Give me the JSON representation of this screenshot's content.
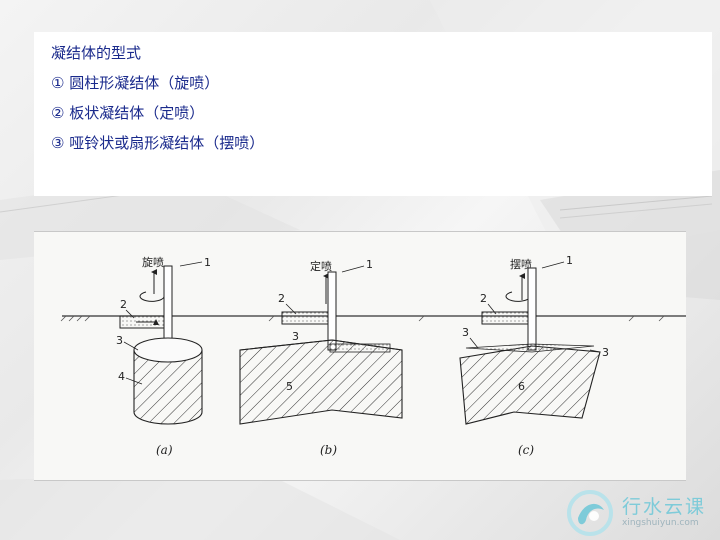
{
  "content": {
    "heading": "凝结体的型式",
    "items": [
      "① 圆柱形凝结体（旋喷）",
      "② 板状凝结体（定喷）",
      "③ 哑铃状或扇形凝结体（摆喷）"
    ]
  },
  "figure": {
    "panel_a": {
      "method": "旋喷",
      "labels": [
        "1",
        "2",
        "3",
        "4"
      ],
      "caption": "(a)"
    },
    "panel_b": {
      "method": "定喷",
      "labels": [
        "1",
        "2",
        "3",
        "5"
      ],
      "caption": "(b)"
    },
    "panel_c": {
      "method": "摆喷",
      "labels": [
        "1",
        "2",
        "3",
        "3",
        "6"
      ],
      "caption": "(c)"
    }
  },
  "logo": {
    "name": "行水云课",
    "url": "xingshuiyun.com"
  },
  "colors": {
    "text": "#1a2a8c",
    "logo": "#7ecbd9"
  }
}
